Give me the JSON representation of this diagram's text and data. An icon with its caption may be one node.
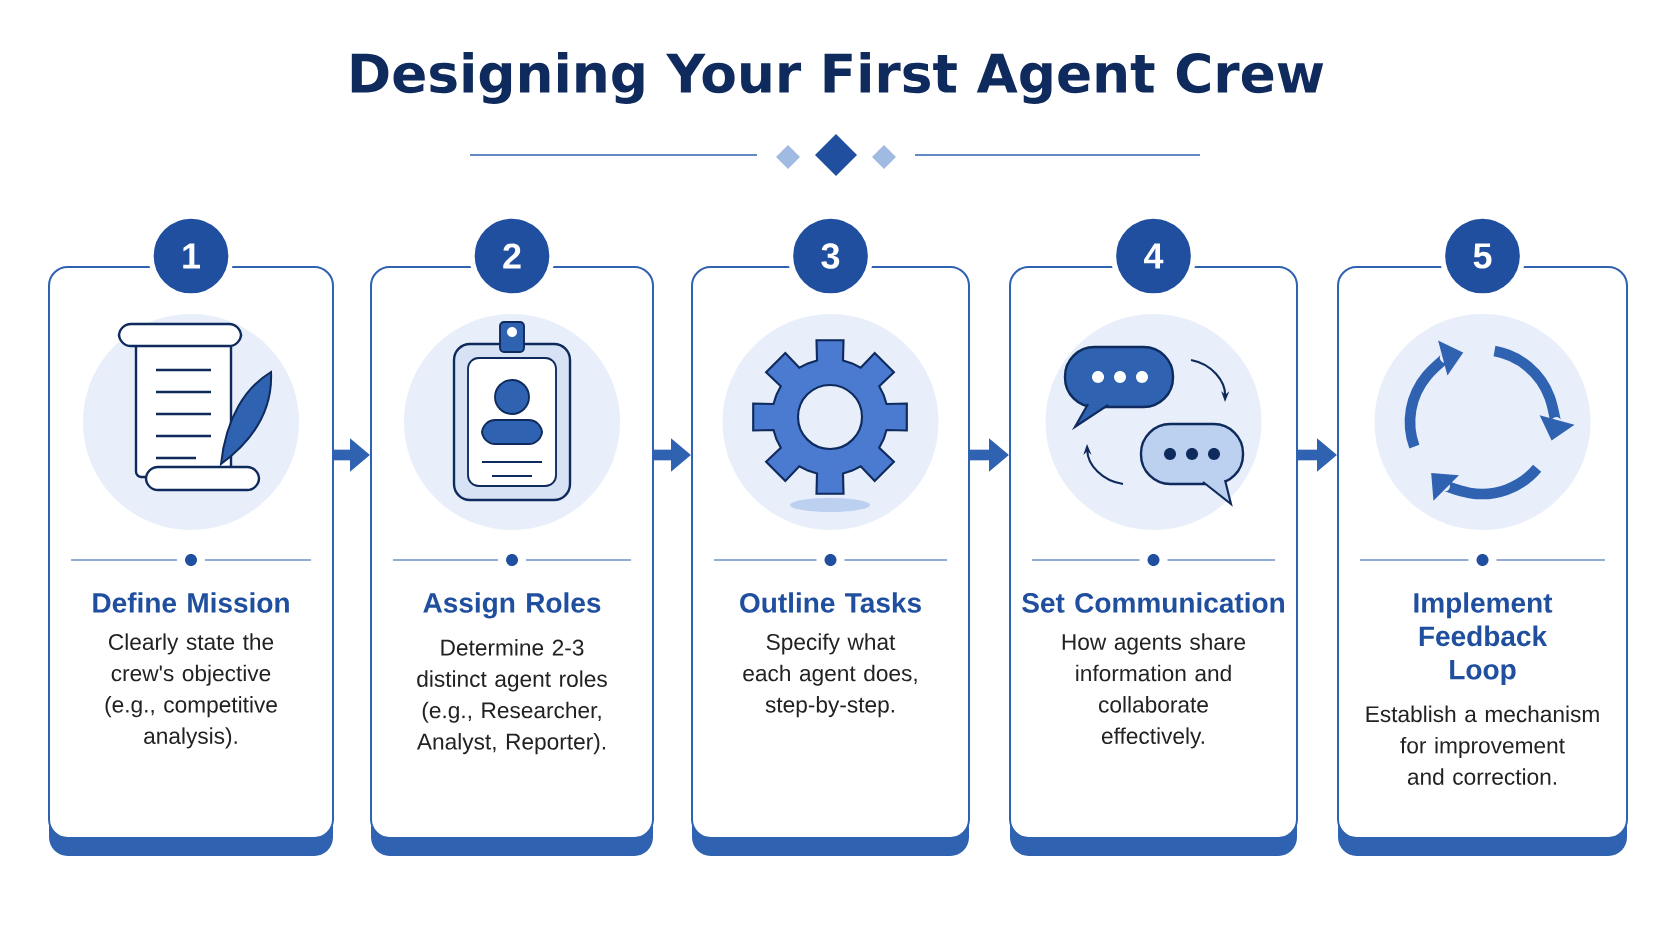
{
  "diagram": {
    "title": "Designing Your First Agent Crew",
    "nodes": [
      {
        "text": [
          "1"
        ]
      },
      {
        "text": [
          "Define Mission",
          "Clearly state the crew's objective (e.g., competitive analysis)."
        ]
      },
      {
        "text": [
          "2"
        ]
      },
      {
        "text": [
          "Assign Roles",
          "Determine 2-3 distinct agent roles (e.g., Researcher, Analyst, Reporter)."
        ]
      },
      {
        "text": [
          "3"
        ]
      },
      {
        "text": [
          "Outline Tasks",
          "Specify what each agent does, step-by-step."
        ]
      },
      {
        "text": [
          "4"
        ]
      },
      {
        "text": [
          "Set Communication",
          "How agents share information and collaborate effectively."
        ]
      },
      {
        "text": [
          "5"
        ]
      },
      {
        "text": [
          "Implement Feedback Loop",
          "Establish a mechanism for improvement and correction."
        ]
      }
    ],
    "edges": [
      {
        "from": 1,
        "to": 3,
        "arrow": "to"
      },
      {
        "from": 3,
        "to": 5,
        "arrow": "to"
      },
      {
        "from": 5,
        "to": 7,
        "arrow": "to"
      },
      {
        "from": 7,
        "to": 9,
        "arrow": "to"
      }
    ]
  }
}
